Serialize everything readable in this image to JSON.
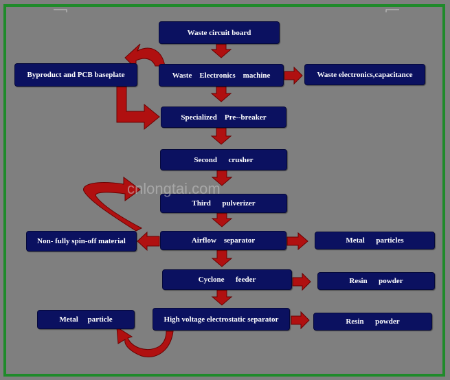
{
  "colors": {
    "background": "#7f7f7f",
    "border": "#1f8a2a",
    "box": "#0b1160",
    "arrow": "#b01010",
    "text": "#ffffff"
  },
  "nodes": {
    "waste_board": "Waste circuit board",
    "machine": "Waste    Electronics    machine",
    "byproduct": "Byproduct and PCB baseplate",
    "waste_cap": "Waste electronics,capacitance",
    "prebreaker": "Specialized    Pre--breaker",
    "second": "Second      crusher",
    "third": "Third      pulverizer",
    "airflow": "Airflow    separator",
    "nonfully": "Non- fully spin-off material",
    "metal_particles": "Metal      particles",
    "cyclone": "Cyclone      feeder",
    "resin1": "Resin      powder",
    "hv": "High voltage electrostatic separator",
    "metal_particle": "Metal     particle",
    "resin2": "Resin      powder"
  },
  "watermark": "cnlongtai.com"
}
